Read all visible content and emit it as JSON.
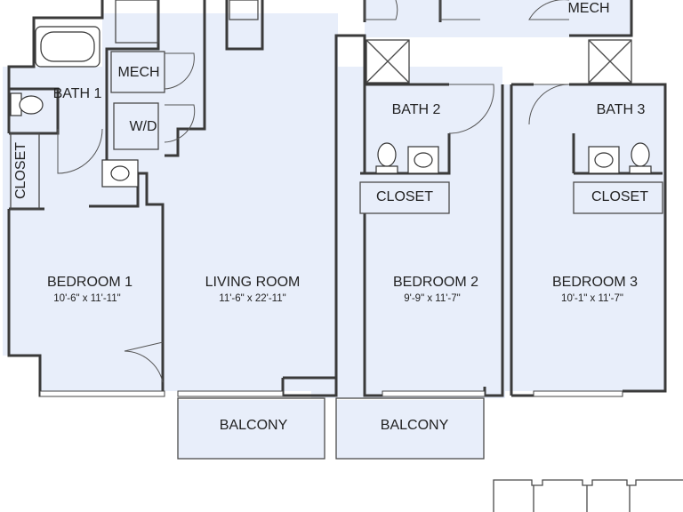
{
  "rooms": {
    "mech_top": "MECH",
    "mech_left": "MECH",
    "wd": "W/D",
    "bath1": "BATH 1",
    "bath2": "BATH 2",
    "bath3": "BATH 3",
    "closet1": "CLOSET",
    "closet2": "CLOSET",
    "closet3": "CLOSET",
    "bedroom1": {
      "name": "BEDROOM 1",
      "size": "10'-6\" x 11'-11\""
    },
    "living": {
      "name": "LIVING ROOM",
      "size": "11'-6\" x 22'-11\""
    },
    "bedroom2": {
      "name": "BEDROOM 2",
      "size": "9'-9\" x 11'-7\""
    },
    "bedroom3": {
      "name": "BEDROOM 3",
      "size": "10'-1\" x 11'-7\""
    },
    "balcony_left": "BALCONY",
    "balcony_right": "BALCONY"
  },
  "colors": {
    "floor": "#e8eefa",
    "wall": "#3a3a3a",
    "background": "#ffffff"
  }
}
